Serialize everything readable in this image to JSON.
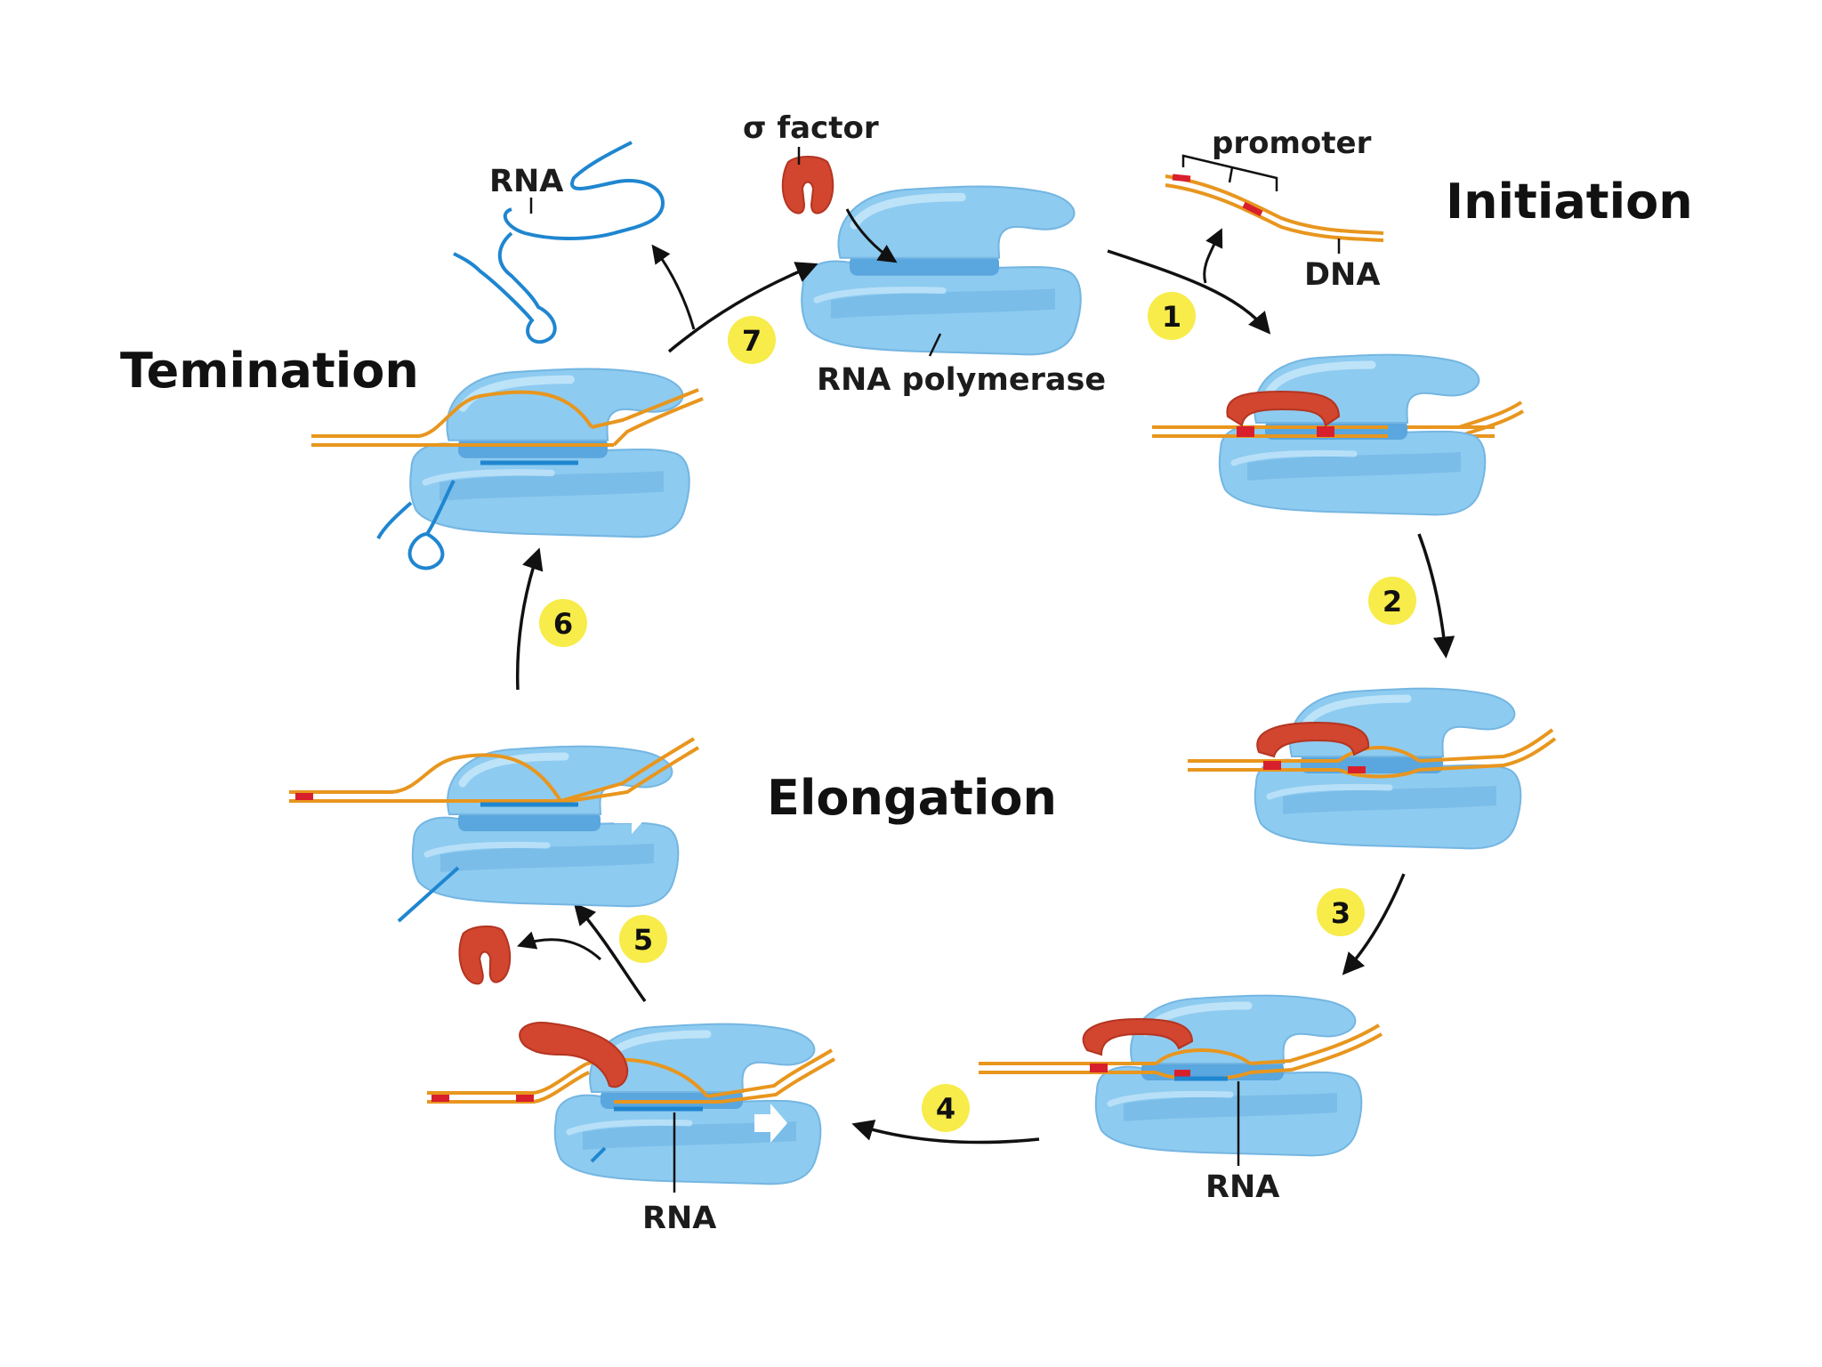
{
  "phases": {
    "initiation": "Initiation",
    "termination": "Temination",
    "elongation": "Elongation"
  },
  "labels": {
    "sigma_factor": "σ factor",
    "promoter": "promoter",
    "dna": "DNA",
    "rna_polymerase": "RNA polymerase",
    "rna_released": "RNA",
    "rna_step3": "RNA",
    "rna_step4": "RNA"
  },
  "steps": [
    "1",
    "2",
    "3",
    "4",
    "5",
    "6",
    "7"
  ],
  "colors": {
    "polymerase": "#8ecbf0",
    "polymerase_dark": "#5aa6de",
    "polymerase_light": "#c2e5fa",
    "sigma": "#d2452e",
    "dna": "#e8961e",
    "promoter_mark": "#d8202c",
    "rna": "#1f86d0",
    "badge": "#f7ec4a",
    "arrow": "#111111"
  }
}
